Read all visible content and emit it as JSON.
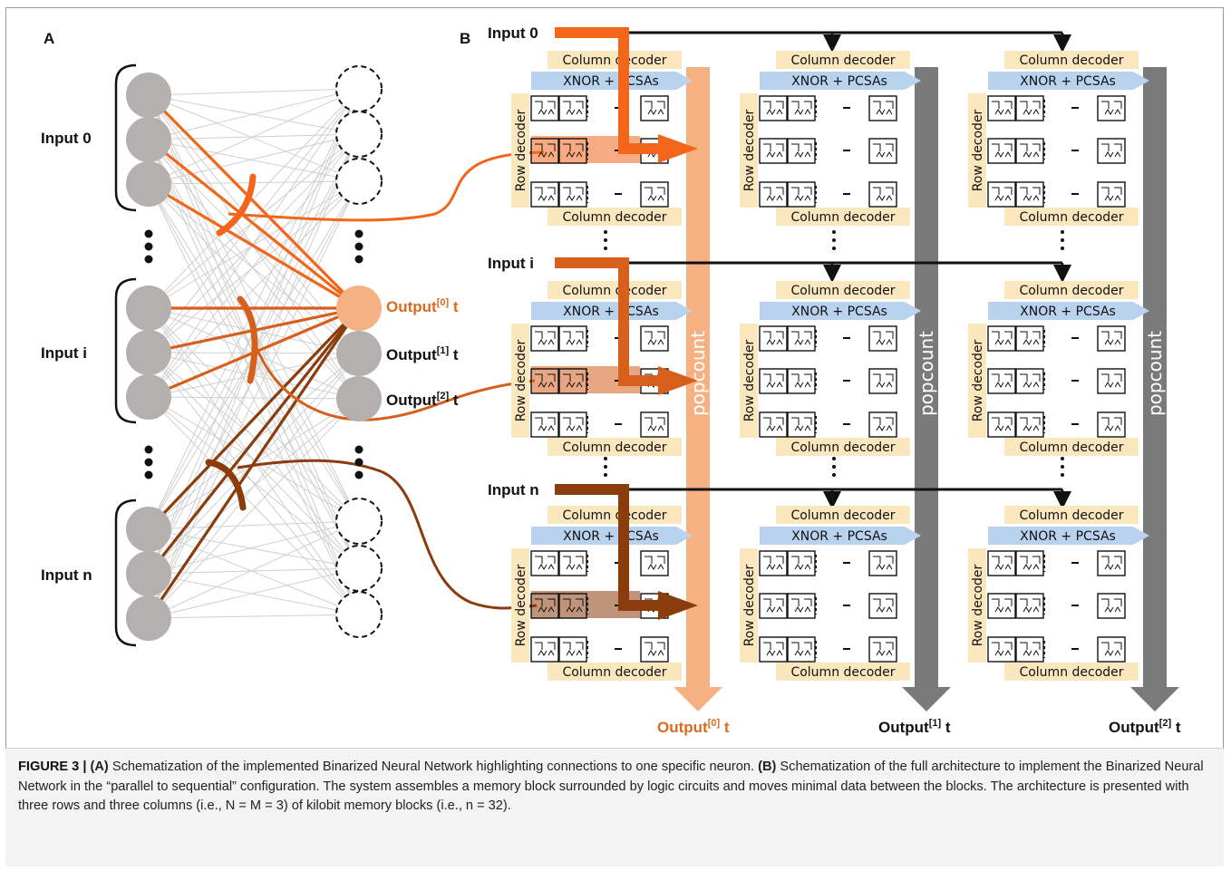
{
  "panel_a": {
    "label": "A",
    "input_labels": [
      "Input 0",
      "Input i",
      "Input n"
    ],
    "output_labels": [
      {
        "base": "Output",
        "sup": "[0]",
        "suffix": " t",
        "color": "#d96a1e"
      },
      {
        "base": "Output",
        "sup": "[1]",
        "suffix": " t",
        "color": "#111111"
      },
      {
        "base": "Output",
        "sup": "[2]",
        "suffix": " t",
        "color": "#111111"
      }
    ]
  },
  "panel_b": {
    "label": "B",
    "row_inputs": [
      "Input 0",
      "Input i",
      "Input n"
    ],
    "block_texts": {
      "column_decoder": "Column decoder",
      "xnor": "XNOR + PCSAs",
      "row_decoder": "Row decoder"
    },
    "popcount_label": "popcount",
    "bottom_outputs": [
      {
        "base": "Output",
        "sup": "[0]",
        "suffix": " t",
        "color": "#d96a1e"
      },
      {
        "base": "Output",
        "sup": "[1]",
        "suffix": " t",
        "color": "#111111"
      },
      {
        "base": "Output",
        "sup": "[2]",
        "suffix": " t",
        "color": "#111111"
      }
    ]
  },
  "colors": {
    "input0": "#f2661c",
    "inputi": "#d65f1c",
    "inputn": "#8a3c0c",
    "popcount0": "#f5b182",
    "popcount_gray": "#7a7a7a",
    "decoder_fill": "#fbe7bd",
    "xnor_fill": "#b9d3ef",
    "neuron_gray": "#b4b0ae",
    "output0_fill": "#f5b182"
  },
  "caption": {
    "fig_label": "FIGURE 3 |",
    "part_a_label": "(A)",
    "part_a_text": " Schematization of the implemented Binarized Neural Network highlighting connections to one specific neuron. ",
    "part_b_label": "(B)",
    "part_b_text": " Schematization of the full architecture to implement the Binarized Neural Network in the “parallel to sequential” configuration. The system assembles a memory block surrounded by logic circuits and moves minimal data between the blocks. The architecture is presented with three rows and three columns (i.e., N = M = 3) of kilobit memory blocks (i.e., n = 32)."
  }
}
